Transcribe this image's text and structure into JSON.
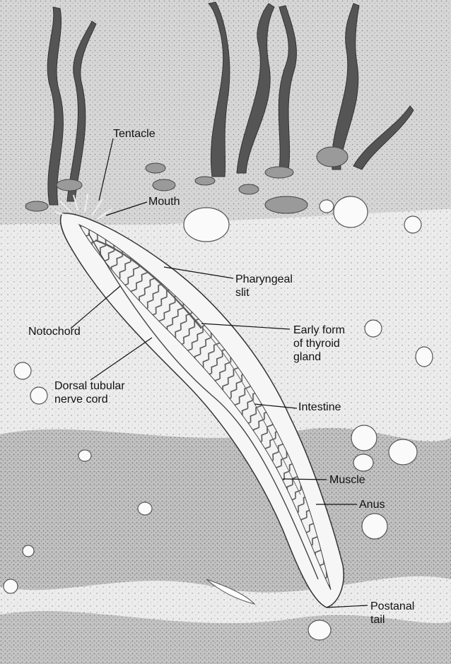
{
  "figure": {
    "subject": "Lancelet (amphioxus) burrowed in sediment",
    "labels": {
      "tentacle": "Tentacle",
      "mouth": "Mouth",
      "pharyngeal_slit": [
        "Pharyngeal",
        "slit"
      ],
      "notochord": "Notochord",
      "thyroid": [
        "Early form",
        "of thyroid",
        "gland"
      ],
      "nerve_cord": [
        "Dorsal tubular",
        "nerve cord"
      ],
      "intestine": "Intestine",
      "muscle": "Muscle",
      "anus": "Anus",
      "postanal_tail": [
        "Postanal",
        "tail"
      ]
    }
  },
  "colors": {
    "water": "#cfcfcf",
    "sediment": "#e6e6e6",
    "sediment_dark": "#9a9a9a",
    "seaweed": "#555555",
    "body": "#f2f2f2",
    "ink": "#111111"
  }
}
